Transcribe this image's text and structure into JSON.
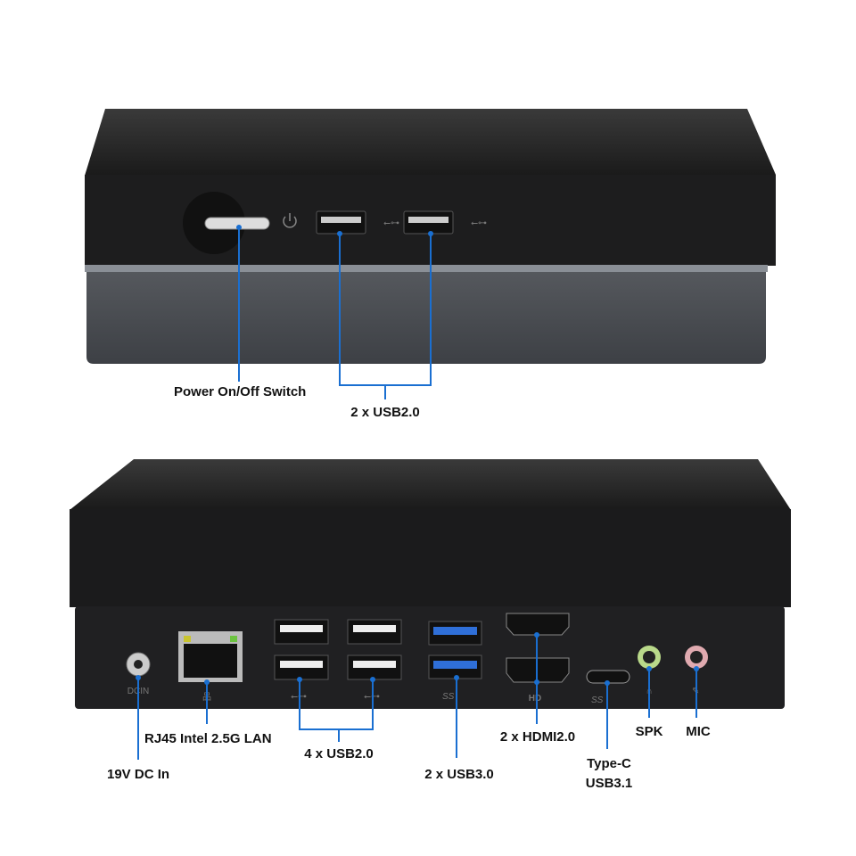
{
  "front_view": {
    "callouts": {
      "power": "Power On/Off Switch",
      "usb_front": "2 x USB2.0"
    }
  },
  "rear_view": {
    "port_markings": {
      "dc": "DCIN",
      "hdmi": "HD",
      "usb3": "SS",
      "typec": "SS"
    },
    "callouts": {
      "dc_in": "19V DC In",
      "lan": "RJ45 Intel 2.5G LAN",
      "usb2_rear": "4 x USB2.0",
      "usb3": "2 x USB3.0",
      "hdmi": "2 x HDMI2.0",
      "typec_line1": "Type-C",
      "typec_line2": "USB3.1",
      "spk": "SPK",
      "mic": "MIC"
    }
  },
  "colors": {
    "callout_line": "#1a6fd1",
    "usb3_insert": "#2f6fd8",
    "spk_ring": "#b9d98a",
    "mic_ring": "#e0aab0"
  }
}
